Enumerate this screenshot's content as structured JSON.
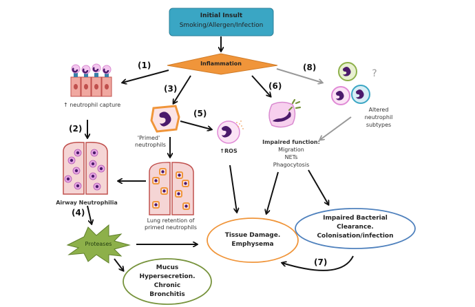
{
  "title_box": {
    "line1": "Initial Insult",
    "line2": "Smoking/Allergen/Infection",
    "fill": "#3aa6c4"
  },
  "inflammation": {
    "label": "Inflammation",
    "fill": "#f0953a"
  },
  "steps": {
    "s1": "(1)",
    "s2": "(2)",
    "s3": "(3)",
    "s4": "(4)",
    "s5": "(5)",
    "s6": "(6)",
    "s7": "(7)",
    "s8": "(8)"
  },
  "nodes": {
    "neutrophil_capture": "↑ neutrophil capture",
    "primed_line1": "'Primed'",
    "primed_line2": "neutrophils",
    "ros": "↑ROS",
    "airway": "Airway Neutrophilia",
    "lung_retention_line1": "Lung retention of",
    "lung_retention_line2": "primed neutrophils",
    "impaired_function_title": "Impaired function:",
    "impaired_items": [
      "Migration",
      "NETs",
      "Phagocytosis"
    ],
    "altered_line1": "Altered",
    "altered_line2": "neutrophil",
    "altered_line3": "subtypes",
    "question": "?",
    "proteases": "Proteases",
    "tissue_line1": "Tissue Damage.",
    "tissue_line2": "Emphysema",
    "bacterial_line1": "Impaired Bacterial",
    "bacterial_line2": "Clearance.",
    "bacterial_line3": "Colonisation/infection",
    "mucus_line1": "Mucus",
    "mucus_line2": "Hypersecretion.",
    "mucus_line3": "Chronic",
    "mucus_line4": "Bronchitis"
  },
  "colors": {
    "tissue_outline": "#f0953a",
    "bacterial_outline": "#4f81bd",
    "mucus_outline": "#77933c",
    "proteases_fill": "#8db04a",
    "lung_fill": "#f5d5d5",
    "lung_outline": "#c0504d",
    "nucleus": "#4b1a6b"
  }
}
